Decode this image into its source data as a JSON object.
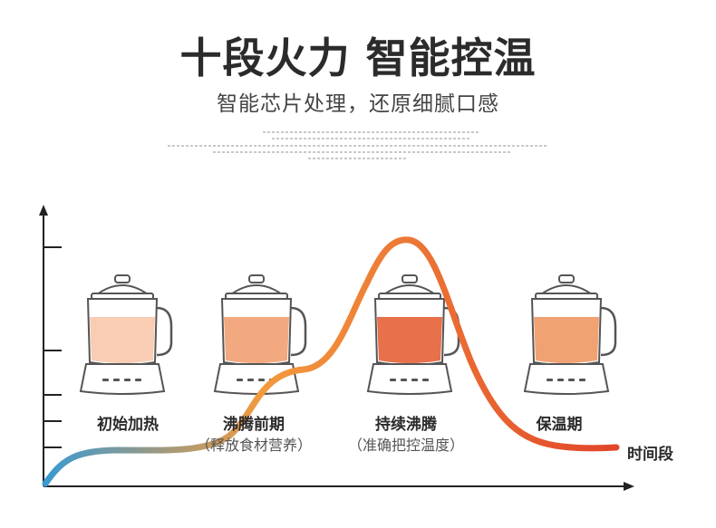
{
  "header": {
    "title": "十段火力 智能控温",
    "subtitle": "智能芯片处理，还原细腻口感"
  },
  "stages": [
    {
      "label": "初始加热",
      "sub": "",
      "liquid_color": "#f8cdb4"
    },
    {
      "label": "沸腾前期",
      "sub": "（释放食材营养）",
      "liquid_color": "#f2a980"
    },
    {
      "label": "持续沸腾",
      "sub": "（准确把控温度）",
      "liquid_color": "#e8704a"
    },
    {
      "label": "保温期",
      "sub": "",
      "liquid_color": "#f0a272"
    }
  ],
  "axis": {
    "x_label": "时间段"
  },
  "colors": {
    "curve_start": "#3a9ad0",
    "curve_mid": "#f39a3c",
    "curve_end": "#e2452a",
    "axis": "#222222",
    "kettle_outline": "#555555"
  },
  "icons": [
    "kettle-icon",
    "kettle-icon",
    "kettle-icon",
    "kettle-icon"
  ]
}
